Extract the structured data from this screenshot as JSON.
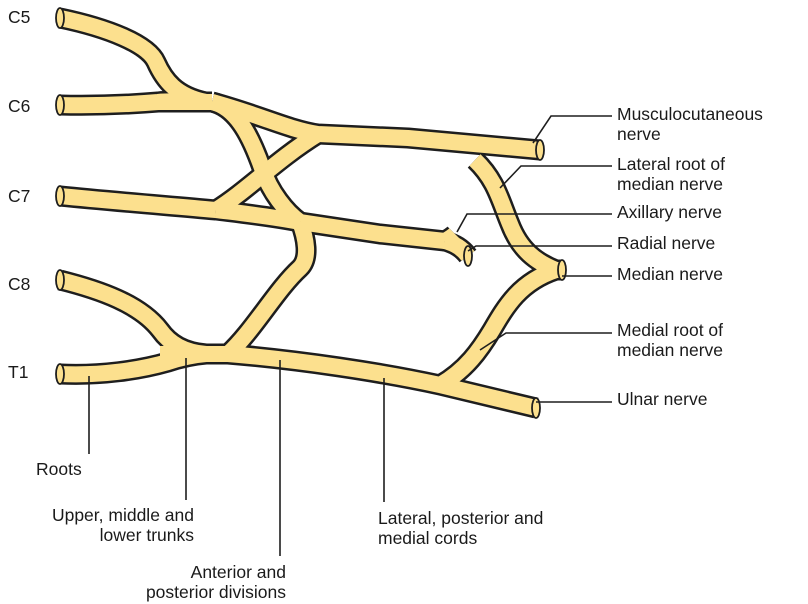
{
  "colors": {
    "nerve": "#FCE08E",
    "outline": "#1E1E1E",
    "text": "#1A1A1A",
    "background": "#FFFFFF"
  },
  "roots": {
    "c5": "C5",
    "c6": "C6",
    "c7": "C7",
    "c8": "C8",
    "t1": "T1"
  },
  "terminal_branches": {
    "musculocutaneous_line1": "Musculocutaneous",
    "musculocutaneous_line2": "nerve",
    "lateral_root_line1": "Lateral root of",
    "lateral_root_line2": "median nerve",
    "axillary": "Axillary nerve",
    "radial": "Radial nerve",
    "median": "Median nerve",
    "medial_root_line1": "Medial root of",
    "medial_root_line2": "median nerve",
    "ulnar": "Ulnar nerve"
  },
  "parts": {
    "roots": "Roots",
    "trunks_line1": "Upper, middle and",
    "trunks_line2": "lower trunks",
    "divisions_line1": "Anterior and",
    "divisions_line2": "posterior divisions",
    "cords_line1": "Lateral, posterior and",
    "cords_line2": "medial cords"
  }
}
